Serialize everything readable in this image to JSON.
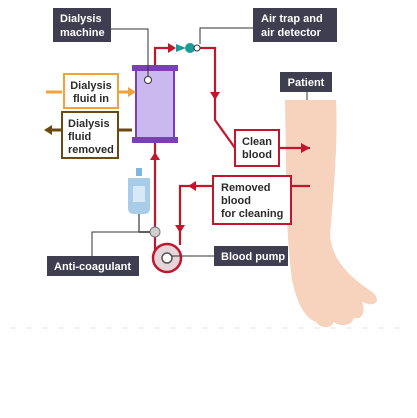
{
  "labels": {
    "dialysis_machine": [
      "Dialysis",
      "machine"
    ],
    "air_trap": [
      "Air trap and",
      "air detector"
    ],
    "patient": "Patient",
    "fluid_in": [
      "Dialysis",
      "fluid in"
    ],
    "fluid_removed": [
      "Dialysis",
      "fluid",
      "removed"
    ],
    "clean_blood": [
      "Clean",
      "blood"
    ],
    "removed_blood": [
      "Removed",
      "blood",
      "for cleaning"
    ],
    "anticoagulant": "Anti-coagulant",
    "blood_pump": "Blood pump"
  },
  "colors": {
    "blood": "#c0172d",
    "label_bg": "#3f3d50",
    "fluid_in": "#f2a23a",
    "fluid_removed": "#6b4a12",
    "dialyser": "#cbb8ef",
    "dialyser_border": "#7a3fb5",
    "arm": "#f7d2bd",
    "bag": "#a9cde8",
    "air_trap": "#1b9a9a"
  }
}
